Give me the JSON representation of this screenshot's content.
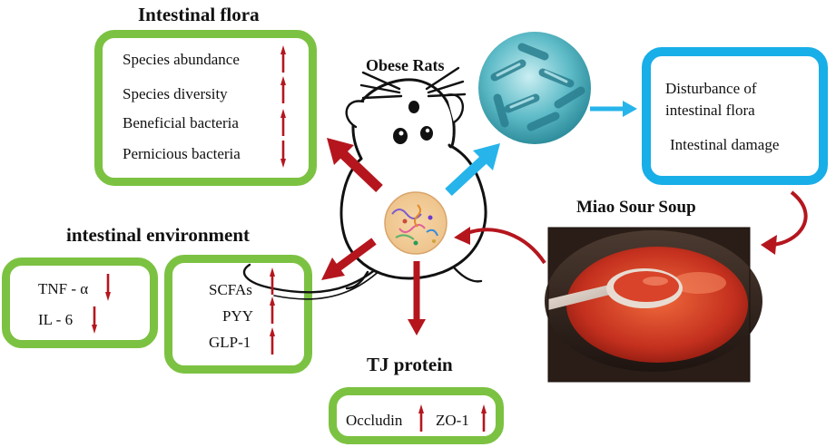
{
  "titles": {
    "intestinal_flora": "Intestinal flora",
    "obese_rats": "Obese Rats",
    "miao_sour_soup": "Miao Sour Soup",
    "intestinal_environment": "intestinal environment",
    "tj_protein": "TJ protein"
  },
  "flora": {
    "items": [
      {
        "label": "Species abundance",
        "direction": "up"
      },
      {
        "label": "Species diversity",
        "direction": "up"
      },
      {
        "label": "Beneficial bacteria",
        "direction": "up"
      },
      {
        "label": "Pernicious bacteria",
        "direction": "down"
      }
    ]
  },
  "disturbance": {
    "line1": "Disturbance of",
    "line2": "intestinal flora",
    "line3": "Intestinal damage"
  },
  "inflammation": {
    "items": [
      {
        "label": "TNF - α",
        "direction": "down"
      },
      {
        "label": "IL - 6",
        "direction": "down"
      }
    ]
  },
  "environment": {
    "items": [
      {
        "label": "SCFAs",
        "direction": "up"
      },
      {
        "label": "PYY",
        "direction": "up"
      },
      {
        "label": "GLP-1",
        "direction": "up"
      }
    ]
  },
  "tj": {
    "items": [
      {
        "label": "Occludin",
        "direction": "up"
      },
      {
        "label": "ZO-1",
        "direction": "up"
      }
    ]
  },
  "colors": {
    "green_border": "#7cc242",
    "blue_border": "#18aee8",
    "red_arrow": "#b5161e",
    "blue_arrow": "#26b4ea"
  }
}
